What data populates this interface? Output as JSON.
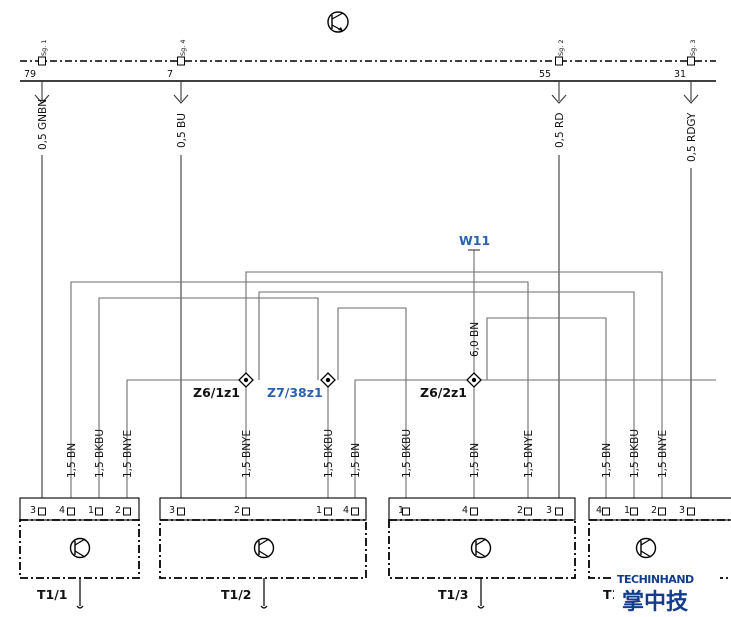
{
  "bus_pins": [
    {
      "num": "79",
      "sig": "Sg. 1",
      "wire": "0,5 GNBN"
    },
    {
      "num": "7",
      "sig": "Sg. 4",
      "wire": "0,5 BU"
    },
    {
      "num": "55",
      "sig": "Sg. 2",
      "wire": "0,5 RD"
    },
    {
      "num": "31",
      "sig": "Sg. 3",
      "wire": "0,5 RDGY"
    }
  ],
  "splices": {
    "z6_1": "Z6/1z1",
    "z7_38": "Z7/38z1",
    "z6_2": "Z6/2z1",
    "w11": "W11",
    "w11_wire": "6,0 BN"
  },
  "wire_labels": [
    "1,5 BN",
    "1,5 BKBU",
    "1,5 BNYE",
    "1,5 BNYE",
    "1,5 BKBU",
    "1,5 BN",
    "1,5 BKBU",
    "1,5 BN",
    "1,5 BNYE",
    "1,5 BN",
    "1,5 BKBU",
    "1,5 BNYE"
  ],
  "modules": [
    {
      "label": "T1/1",
      "pins": [
        "3",
        "4",
        "1",
        "2"
      ]
    },
    {
      "label": "T1/2",
      "pins": [
        "3",
        "2",
        "1",
        "4"
      ]
    },
    {
      "label": "T1/3",
      "pins": [
        "1",
        "4",
        "2",
        "3"
      ]
    },
    {
      "label": "T1/4",
      "pins": [
        "4",
        "1",
        "2",
        "3"
      ]
    }
  ],
  "watermark": {
    "line1": "TECHINHAND",
    "line2": "掌中技"
  }
}
